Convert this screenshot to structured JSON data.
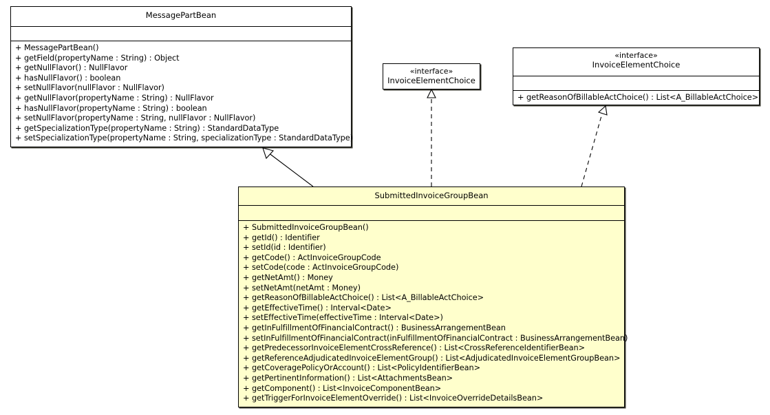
{
  "diagram": {
    "type": "uml-class-diagram",
    "background_color": "#ffffff",
    "line_color": "#000000",
    "highlight_color": "#ffffcc"
  },
  "classes": {
    "message_part_bean": {
      "name": "MessagePartBean",
      "kind": "class",
      "attributes": [],
      "operations": [
        "+ MessagePartBean()",
        "+ getField(propertyName : String) : Object",
        "+ getNullFlavor() : NullFlavor",
        "+ hasNullFlavor() : boolean",
        "+ setNullFlavor(nullFlavor : NullFlavor)",
        "+ getNullFlavor(propertyName : String) : NullFlavor",
        "+ hasNullFlavor(propertyName : String) : boolean",
        "+ setNullFlavor(propertyName : String, nullFlavor : NullFlavor)",
        "+ getSpecializationType(propertyName : String) : StandardDataType",
        "+ setSpecializationType(propertyName : String, specializationType : StandardDataType)"
      ]
    },
    "invoice_element_choice_small": {
      "stereotype": "«interface»",
      "name": "InvoiceElementChoice",
      "kind": "interface"
    },
    "invoice_element_choice_large": {
      "stereotype": "«interface»",
      "name": "InvoiceElementChoice",
      "kind": "interface",
      "attributes": [],
      "operations": [
        "+ getReasonOfBillableActChoice() : List<A_BillableActChoice>"
      ]
    },
    "submitted_invoice_group_bean": {
      "name": "SubmittedInvoiceGroupBean",
      "kind": "class",
      "attributes": [],
      "operations": [
        "+ SubmittedInvoiceGroupBean()",
        "+ getId() : Identifier",
        "+ setId(id : Identifier)",
        "+ getCode() : ActInvoiceGroupCode",
        "+ setCode(code : ActInvoiceGroupCode)",
        "+ getNetAmt() : Money",
        "+ setNetAmt(netAmt : Money)",
        "+ getReasonOfBillableActChoice() : List<A_BillableActChoice>",
        "+ getEffectiveTime() : Interval<Date>",
        "+ setEffectiveTime(effectiveTime : Interval<Date>)",
        "+ getInFulfillmentOfFinancialContract() : BusinessArrangementBean",
        "+ setInFulfillmentOfFinancialContract(inFulfillmentOfFinancialContract : BusinessArrangementBean)",
        "+ getPredecessorInvoiceElementCrossReference() : List<CrossReferenceIdentifierBean>",
        "+ getReferenceAdjudicatedInvoiceElementGroup() : List<AdjudicatedInvoiceElementGroupBean>",
        "+ getCoveragePolicyOrAccount() : List<PolicyIdentifierBean>",
        "+ getPertinentInformation() : List<AttachmentsBean>",
        "+ getComponent() : List<InvoiceComponentBean>",
        "+ getTriggerForInvoiceElementOverride() : List<InvoiceOverrideDetailsBean>"
      ]
    }
  },
  "relationships": [
    {
      "name": "generalization-to-message-part-bean",
      "type": "generalization",
      "style": "solid",
      "arrow": "hollow-triangle",
      "from": "submitted_invoice_group_bean",
      "to": "message_part_bean"
    },
    {
      "name": "realization-to-invoice-element-choice-small",
      "type": "realization",
      "style": "dashed",
      "arrow": "hollow-triangle",
      "from": "submitted_invoice_group_bean",
      "to": "invoice_element_choice_small"
    },
    {
      "name": "realization-to-invoice-element-choice-large",
      "type": "realization",
      "style": "dashed",
      "arrow": "hollow-triangle",
      "from": "submitted_invoice_group_bean",
      "to": "invoice_element_choice_large"
    }
  ]
}
